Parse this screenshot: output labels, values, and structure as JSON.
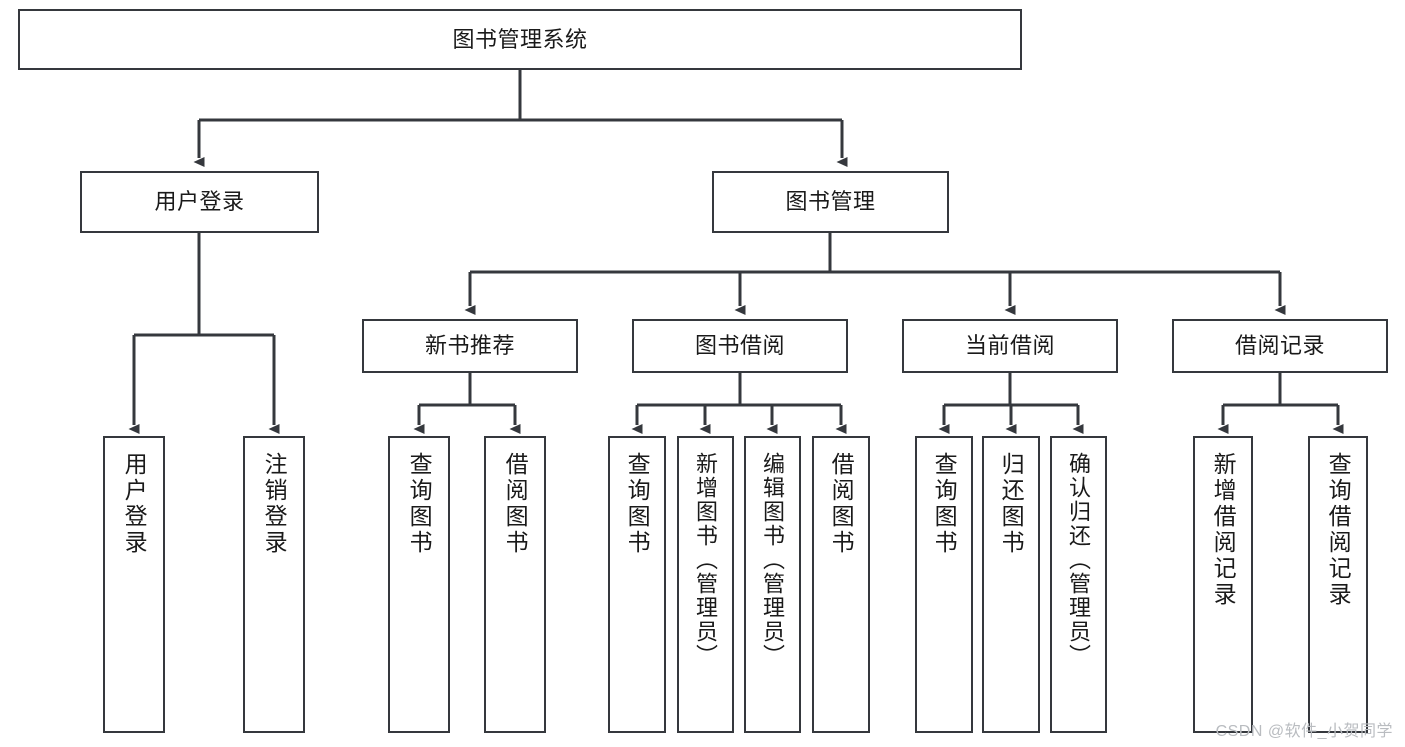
{
  "diagram": {
    "title": "图书管理系统",
    "type": "tree-hierarchy-diagram",
    "colors": {
      "background": "#ffffff",
      "node_border": "#35383d",
      "node_fill": "#ffffff",
      "edge": "#35383d",
      "text": "#1a1a1a",
      "watermark": "#b9bcc0"
    },
    "root": {
      "id": "root",
      "label": "图书管理系统",
      "orientation": "horizontal"
    },
    "level2": [
      {
        "id": "user-login",
        "label": "用户登录",
        "orientation": "horizontal"
      },
      {
        "id": "book-management",
        "label": "图书管理",
        "orientation": "horizontal"
      }
    ],
    "level3": [
      {
        "id": "new-book-recommend",
        "label": "新书推荐",
        "orientation": "horizontal",
        "parent": "book-management"
      },
      {
        "id": "book-borrow",
        "label": "图书借阅",
        "orientation": "horizontal",
        "parent": "book-management"
      },
      {
        "id": "current-borrow",
        "label": "当前借阅",
        "orientation": "horizontal",
        "parent": "book-management"
      },
      {
        "id": "borrow-record",
        "label": "借阅记录",
        "orientation": "horizontal",
        "parent": "book-management"
      }
    ],
    "leaves": [
      {
        "id": "leaf-user-login",
        "label": "用户登录",
        "orientation": "vertical",
        "parent": "user-login"
      },
      {
        "id": "leaf-logout",
        "label": "注销登录",
        "orientation": "vertical",
        "parent": "user-login"
      },
      {
        "id": "leaf-query-book-1",
        "label": "查询图书",
        "orientation": "vertical",
        "parent": "new-book-recommend"
      },
      {
        "id": "leaf-borrow-book-1",
        "label": "借阅图书",
        "orientation": "vertical",
        "parent": "new-book-recommend"
      },
      {
        "id": "leaf-query-book-2",
        "label": "查询图书",
        "orientation": "vertical",
        "parent": "book-borrow"
      },
      {
        "id": "leaf-add-book",
        "label": "新增图书（管理员）",
        "orientation": "vertical",
        "parent": "book-borrow"
      },
      {
        "id": "leaf-edit-book",
        "label": "编辑图书（管理员）",
        "orientation": "vertical",
        "parent": "book-borrow"
      },
      {
        "id": "leaf-borrow-book-2",
        "label": "借阅图书",
        "orientation": "vertical",
        "parent": "book-borrow"
      },
      {
        "id": "leaf-query-book-3",
        "label": "查询图书",
        "orientation": "vertical",
        "parent": "current-borrow"
      },
      {
        "id": "leaf-return-book",
        "label": "归还图书",
        "orientation": "vertical",
        "parent": "current-borrow"
      },
      {
        "id": "leaf-confirm-return",
        "label": "确认归还（管理员）",
        "orientation": "vertical",
        "parent": "current-borrow"
      },
      {
        "id": "leaf-add-record",
        "label": "新增借阅记录",
        "orientation": "vertical",
        "parent": "borrow-record"
      },
      {
        "id": "leaf-query-record",
        "label": "查询借阅记录",
        "orientation": "vertical",
        "parent": "borrow-record"
      }
    ],
    "watermark": "CSDN @软件_小贺同学"
  }
}
